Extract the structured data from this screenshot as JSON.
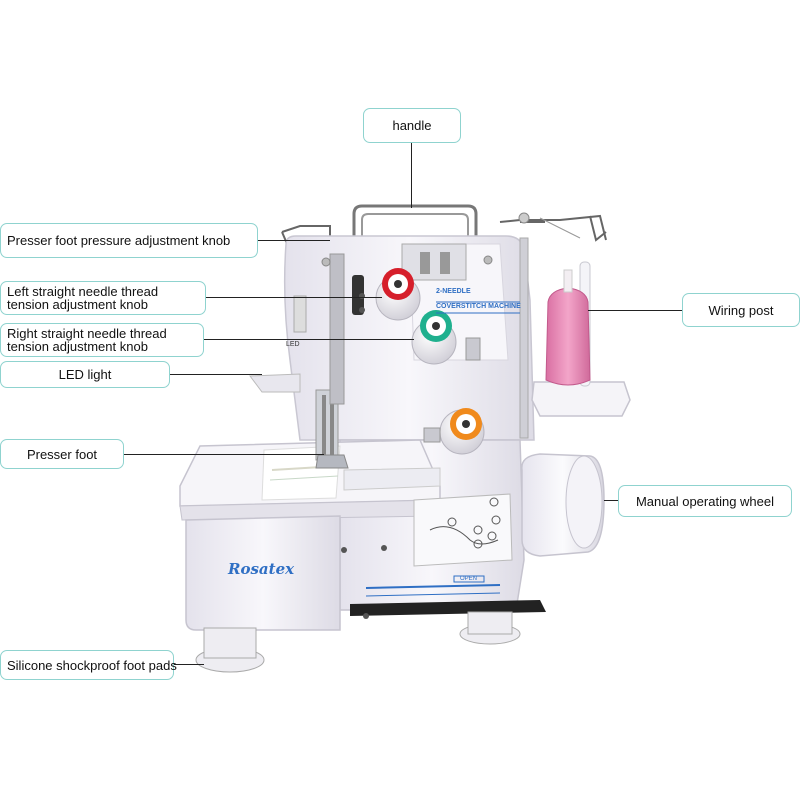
{
  "labels": {
    "handle": "handle",
    "presser_foot_pressure": "Presser foot pressure adjustment knob",
    "left_needle_tension_1": "Left straight needle thread",
    "left_needle_tension_2": "tension adjustment knob",
    "right_needle_tension_1": "Right straight needle thread",
    "right_needle_tension_2": "tension adjustment knob",
    "led_light": "LED light",
    "presser_foot": "Presser foot",
    "wiring_post": "Wiring post",
    "manual_operating_wheel": "Manual operating wheel",
    "silicone_foot_pads": "Silicone shockproof foot pads"
  },
  "machine_text": {
    "brand": "Rosatex",
    "model_line1": "2-NEEDLE",
    "model_line2": "COVERSTITCH MACHINE",
    "open": "OPEN",
    "led": "LED"
  },
  "colors": {
    "callout_border": "#8fd3cf",
    "machine_body": "#f2f0f6",
    "knob_red": "#d61f2b",
    "knob_green": "#1fb08e",
    "knob_orange": "#f08a1c",
    "thread_pink": "#e88cb8",
    "brand_blue": "#2f6fc4"
  }
}
